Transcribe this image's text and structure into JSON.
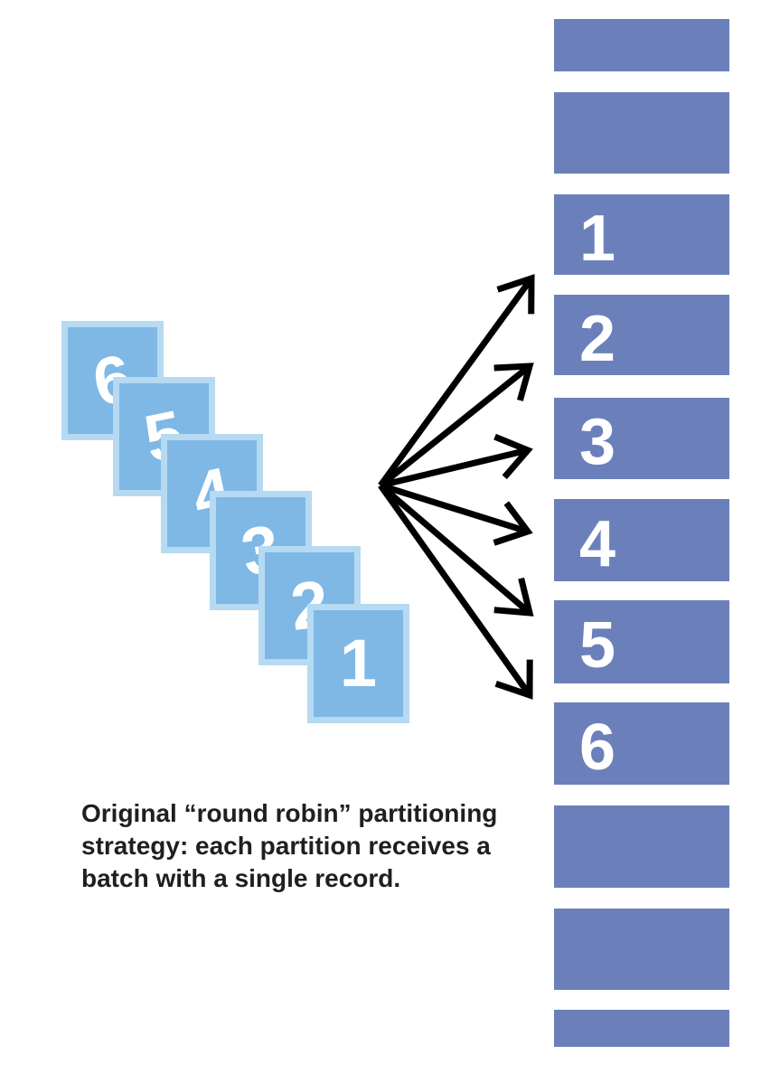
{
  "diagram": {
    "title": "Round robin partitioning diagram",
    "colors": {
      "background": "#ffffff",
      "partition_fill": "#6b80ba",
      "record_fill": "#7fb8e5",
      "record_border": "#b5daf1",
      "number_color": "#ffffff",
      "arrow_color": "#000000",
      "caption_color": "#1f1f1f"
    },
    "record_stack": {
      "description": "incoming records batch",
      "items": [
        {
          "label": "6"
        },
        {
          "label": "5"
        },
        {
          "label": "4"
        },
        {
          "label": "3"
        },
        {
          "label": "2"
        },
        {
          "label": "1"
        }
      ]
    },
    "partitions": {
      "description": "topic partitions column",
      "items": [
        {
          "label": ""
        },
        {
          "label": ""
        },
        {
          "label": "1"
        },
        {
          "label": "2"
        },
        {
          "label": "3"
        },
        {
          "label": "4"
        },
        {
          "label": "5"
        },
        {
          "label": "6"
        },
        {
          "label": ""
        },
        {
          "label": ""
        },
        {
          "label": ""
        }
      ]
    },
    "caption": {
      "lines": [
        "Original “round robin” partitioning",
        "strategy: each partition receives a",
        "batch with a single record."
      ]
    }
  }
}
